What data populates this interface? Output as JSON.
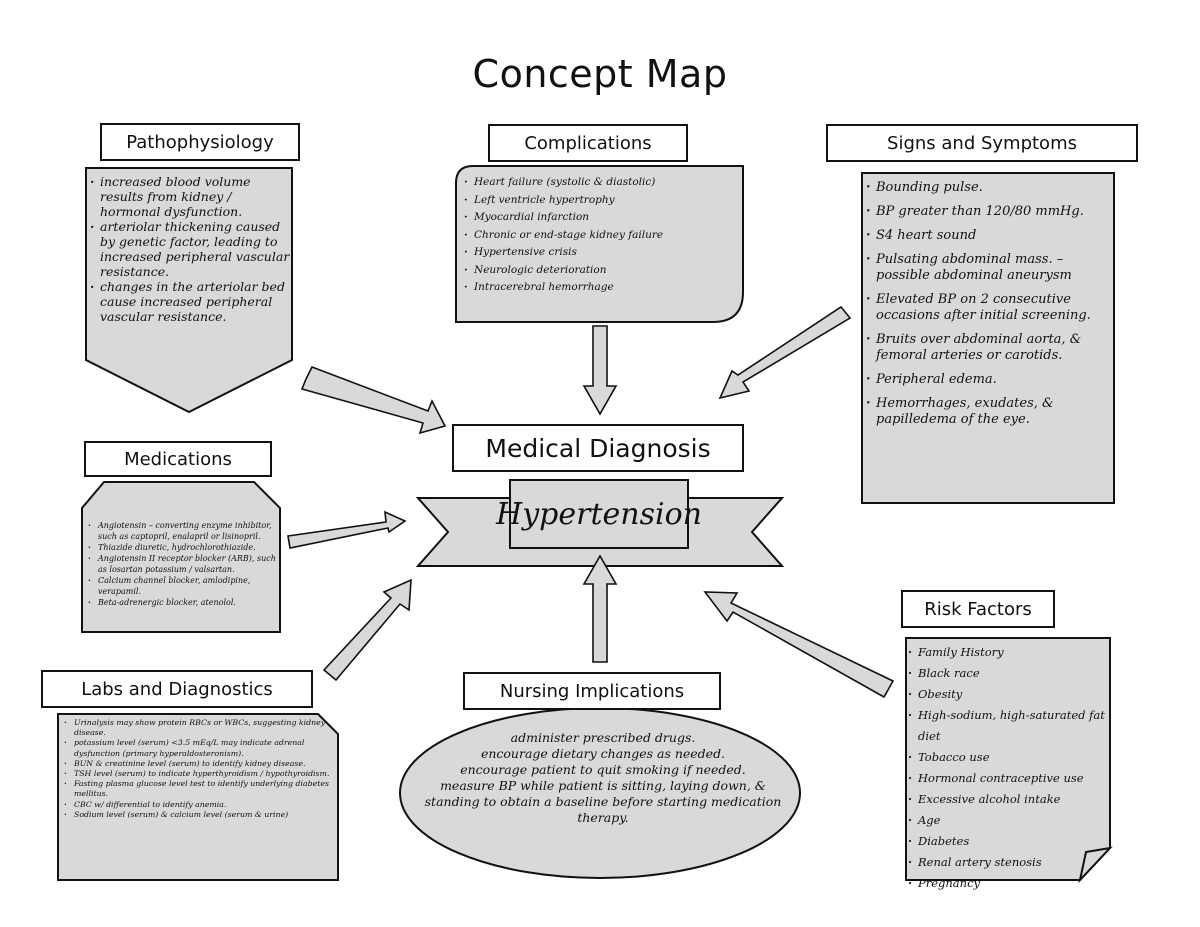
{
  "title": "Concept Map",
  "diagnosis": {
    "label": "Medical Diagnosis",
    "value": "Hypertension"
  },
  "pathophysiology": {
    "label": "Pathophysiology",
    "items": [
      "increased blood volume results from kidney / hormonal dysfunction.",
      "arteriolar thickening caused by genetic factor, leading to increased peripheral vascular resistance.",
      "changes in the arteriolar bed cause increased peripheral vascular resistance."
    ]
  },
  "complications": {
    "label": "Complications",
    "items": [
      "Heart failure (systolic & diastolic)",
      "Left ventricle hypertrophy",
      "Myocardial infarction",
      "Chronic or end-stage kidney failure",
      "Hypertensive crisis",
      "Neurologic deterioration",
      "Intracerebral hemorrhage"
    ]
  },
  "signs": {
    "label": "Signs and Symptoms",
    "items": [
      "Bounding pulse.",
      "BP greater than 120/80 mmHg.",
      "S4 heart sound",
      "Pulsating abdominal mass. – possible abdominal aneurysm",
      "Elevated BP on 2 consecutive occasions after initial screening.",
      "Bruits over abdominal aorta, & femoral arteries or carotids.",
      "Peripheral edema.",
      "Hemorrhages, exudates, & papilledema of the eye."
    ]
  },
  "medications": {
    "label": "Medications",
    "items": [
      "Angiotensin – converting enzyme inhibitor, such as captopril, enalapril or lisinopril.",
      "Thiazide diuretic, hydrochlorothiazide.",
      "Angiotensin II receptor blocker (ARB), such as losartan potassium / valsartan.",
      "Calcium channel blocker, amlodipine, verapamil.",
      "Beta-adrenergic blocker, atenolol."
    ]
  },
  "labs": {
    "label": "Labs and Diagnostics",
    "items": [
      "Urinalysis may show protein RBCs or WBCs, suggesting kidney disease.",
      "potassium level (serum) <3.5 mEq/L may indicate adrenal dysfunction (primary hyperaldosteronism).",
      "BUN & creatinine level (serum) to identify kidney disease.",
      "TSH level (serum) to indicate hyperthyroidism / hypothyroidism.",
      "Fasting plasma glucose level test to identify underlying diabetes mellitus.",
      "CBC w/ differential to identify anemia.",
      "Sodium level (serum) & calcium level (serum & urine)"
    ]
  },
  "nursing": {
    "label": "Nursing Implications",
    "items": [
      "administer prescribed drugs.",
      "encourage dietary changes as needed.",
      "encourage patient to quit smoking if needed.",
      "measure BP while patient is sitting, laying down, & standing to obtain a baseline before starting medication therapy."
    ]
  },
  "risk": {
    "label": "Risk Factors",
    "items": [
      "Family History",
      "Black race",
      "Obesity",
      "High-sodium, high-saturated fat diet",
      "Tobacco use",
      "Hormonal contraceptive use",
      "Excessive alcohol intake",
      "Age",
      "Diabetes",
      "Renal artery stenosis",
      "Pregnancy"
    ]
  },
  "colors": {
    "shape_fill": "#d9d9d9",
    "stroke": "#111111",
    "background": "#ffffff"
  }
}
